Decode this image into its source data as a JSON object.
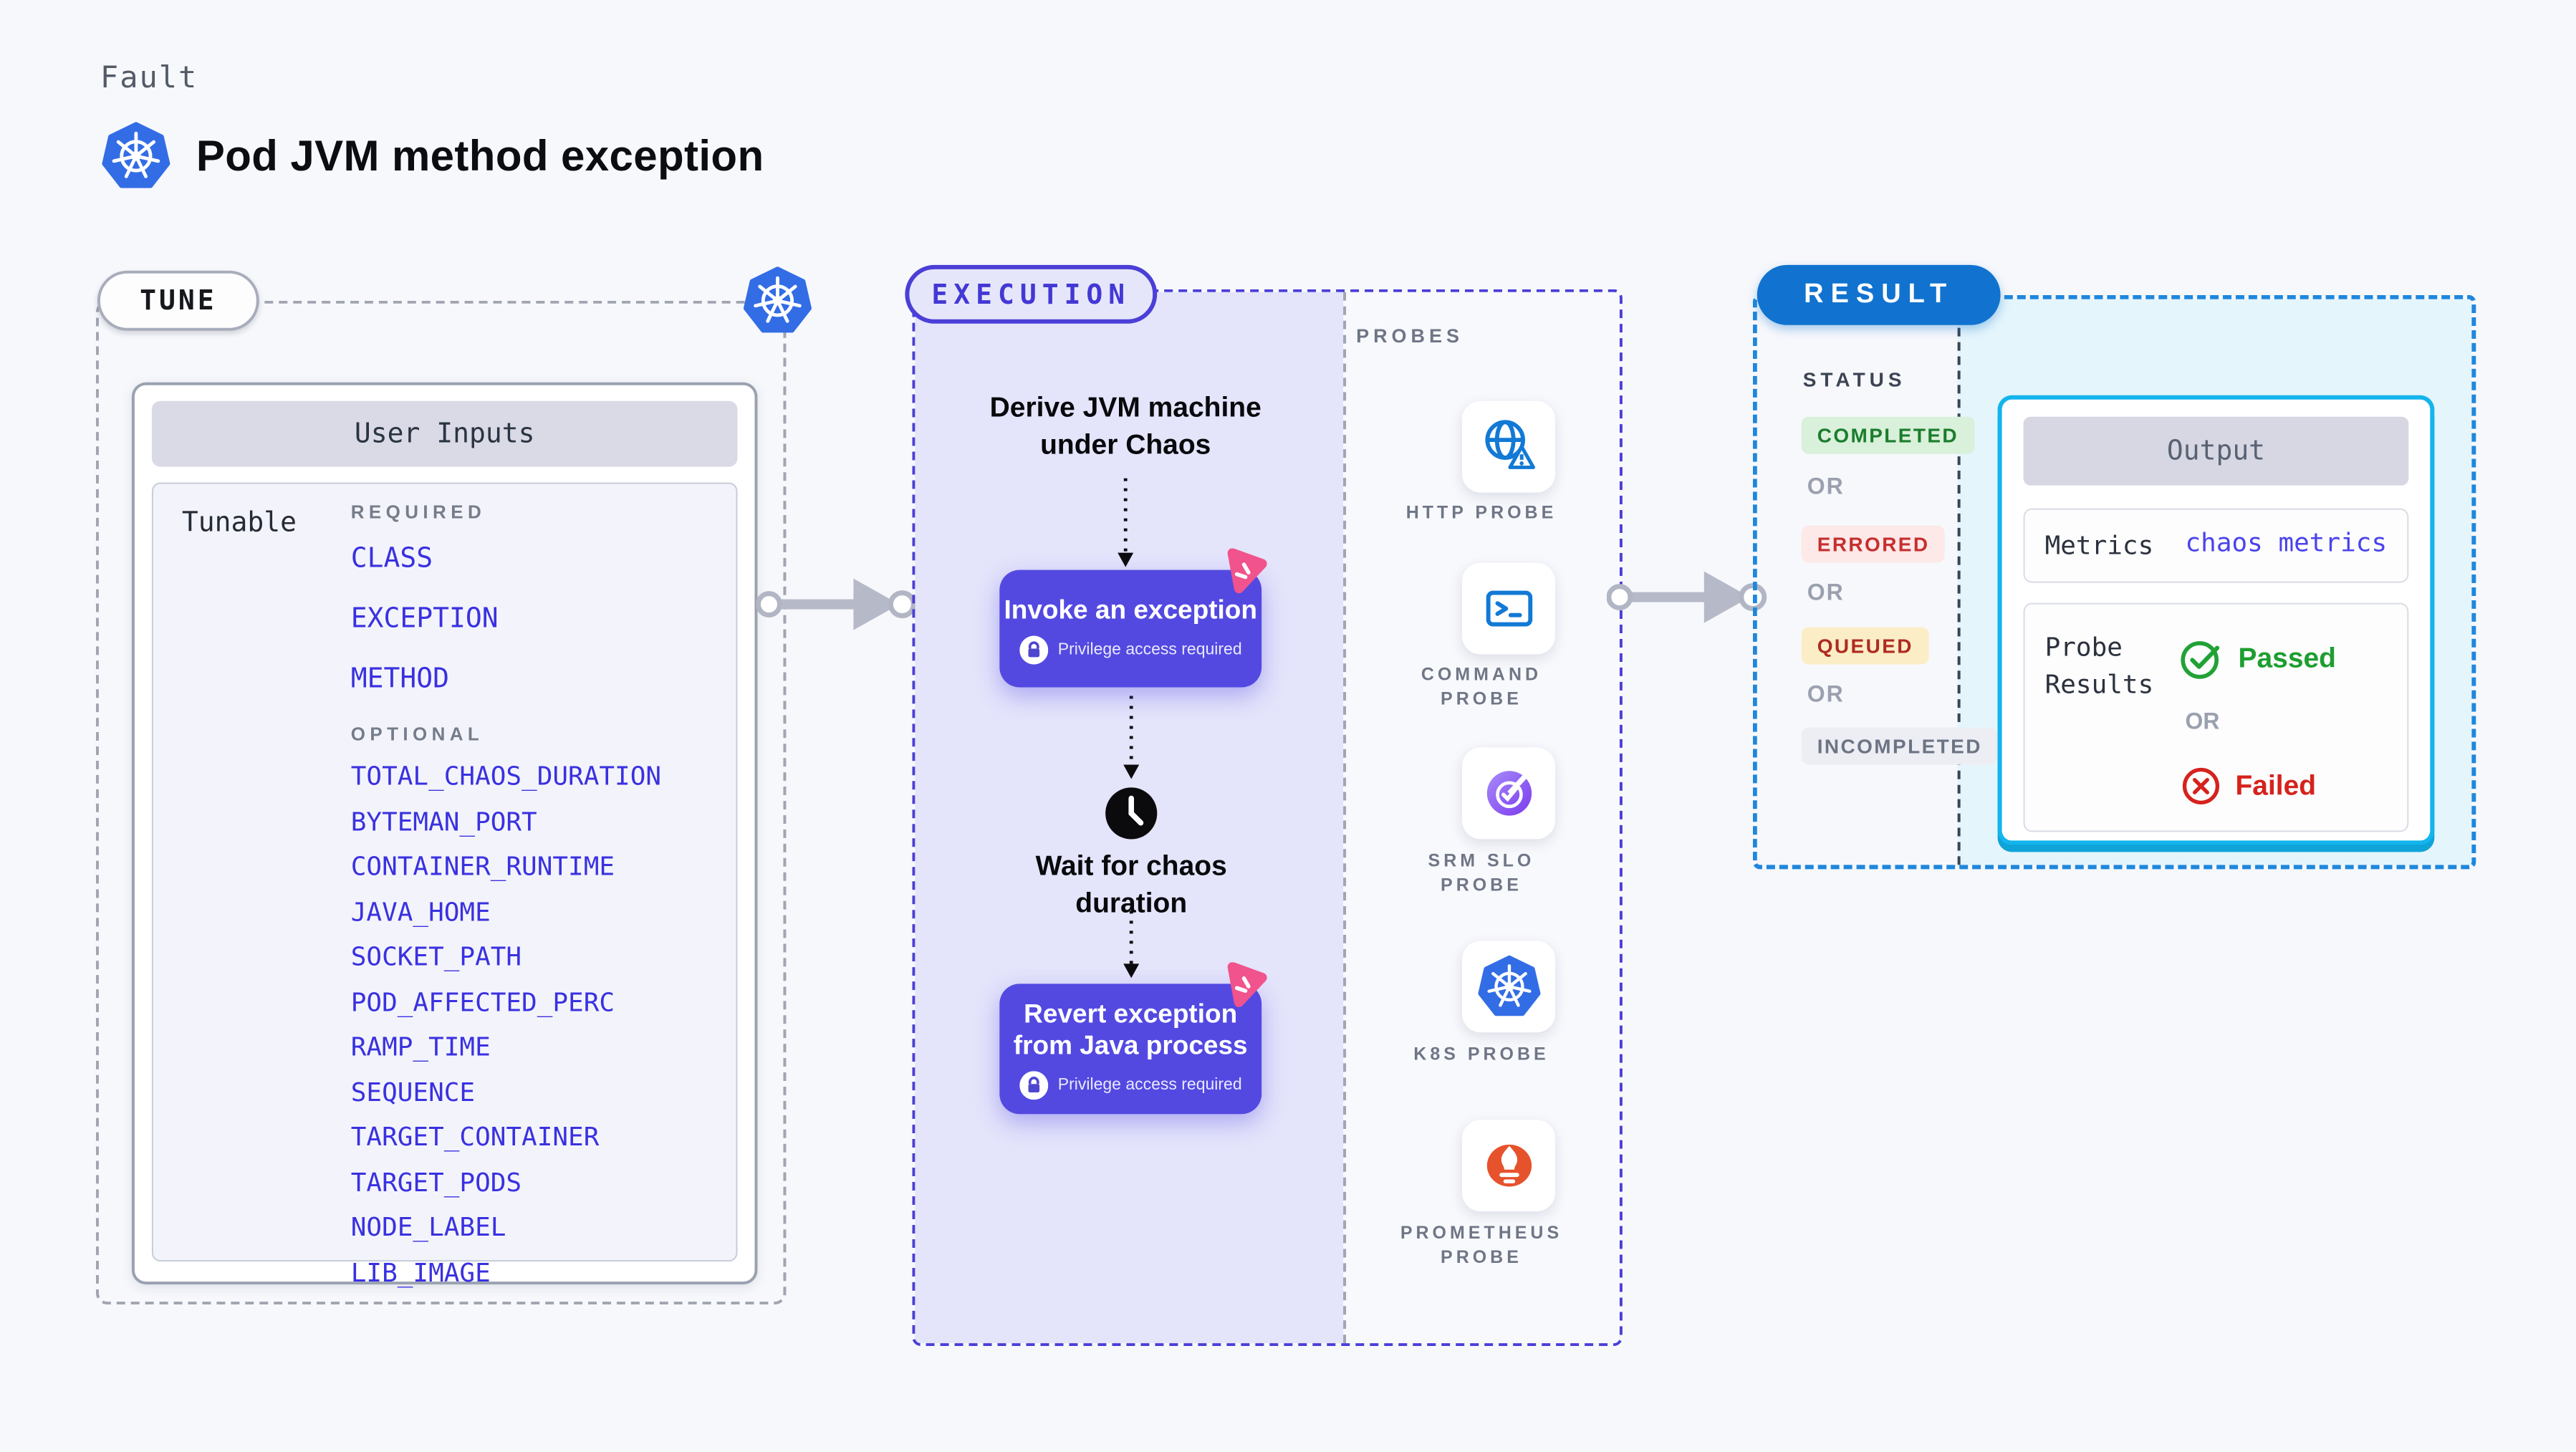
{
  "header": {
    "kicker": "Fault",
    "title": "Pod JVM method exception"
  },
  "tune": {
    "label": "TUNE",
    "card_title": "User Inputs",
    "row_label": "Tunable",
    "required_label": "REQUIRED",
    "optional_label": "OPTIONAL",
    "required": [
      "CLASS",
      "EXCEPTION",
      "METHOD"
    ],
    "optional": [
      "TOTAL_CHAOS_DURATION",
      "BYTEMAN_PORT",
      "CONTAINER_RUNTIME",
      "JAVA_HOME",
      "SOCKET_PATH",
      "POD_AFFECTED_PERC",
      "RAMP_TIME",
      "SEQUENCE",
      "TARGET_CONTAINER",
      "TARGET_PODS",
      "NODE_LABEL",
      "LIB_IMAGE"
    ]
  },
  "execution": {
    "label": "EXECUTION",
    "derive_line1": "Derive JVM machine",
    "derive_line2": "under Chaos",
    "invoke": {
      "title": "Invoke an exception",
      "note": "Privilege access required"
    },
    "wait_line1": "Wait for chaos",
    "wait_line2": "duration",
    "revert": {
      "title_line1": "Revert exception",
      "title_line2": "from Java process",
      "note": "Privilege access required"
    },
    "probes_label": "PROBES",
    "probes": [
      {
        "line1": "HTTP PROBE",
        "line2": "",
        "icon": "http-probe-icon"
      },
      {
        "line1": "COMMAND",
        "line2": "PROBE",
        "icon": "command-probe-icon"
      },
      {
        "line1": "SRM SLO",
        "line2": "PROBE",
        "icon": "srm-slo-probe-icon"
      },
      {
        "line1": "K8S PROBE",
        "line2": "",
        "icon": "k8s-probe-icon"
      },
      {
        "line1": "PROMETHEUS",
        "line2": "PROBE",
        "icon": "prometheus-probe-icon"
      }
    ]
  },
  "result": {
    "label": "RESULT",
    "status_label": "STATUS",
    "or_label": "OR",
    "statuses": [
      {
        "label": "COMPLETED",
        "type": "completed"
      },
      {
        "label": "ERRORED",
        "type": "errored"
      },
      {
        "label": "QUEUED",
        "type": "queued"
      },
      {
        "label": "INCOMPLETED",
        "type": "incompleted"
      }
    ],
    "output": {
      "title": "Output",
      "metrics_label": "Metrics",
      "metrics_value": "chaos metrics",
      "probe_label_line1": "Probe",
      "probe_label_line2": "Results",
      "passed": "Passed",
      "failed": "Failed"
    }
  },
  "colors": {
    "accent_indigo": "#4a3fd6",
    "button_indigo": "#5349e1",
    "result_blue": "#1173cf",
    "result_dash_blue": "#1e87dd",
    "output_cyan": "#14b4ec",
    "k8s_blue": "#326de6",
    "probe_blue": "#1279d5",
    "srm_purple": "#7c3aed",
    "prometheus_orange": "#e6522c",
    "chaos_pink": "#f1538c",
    "passed_green": "#1e9e30",
    "failed_red": "#d6221c",
    "lavender_bg": "#e4e4fb",
    "cyan_bg": "#e4f5fc"
  }
}
